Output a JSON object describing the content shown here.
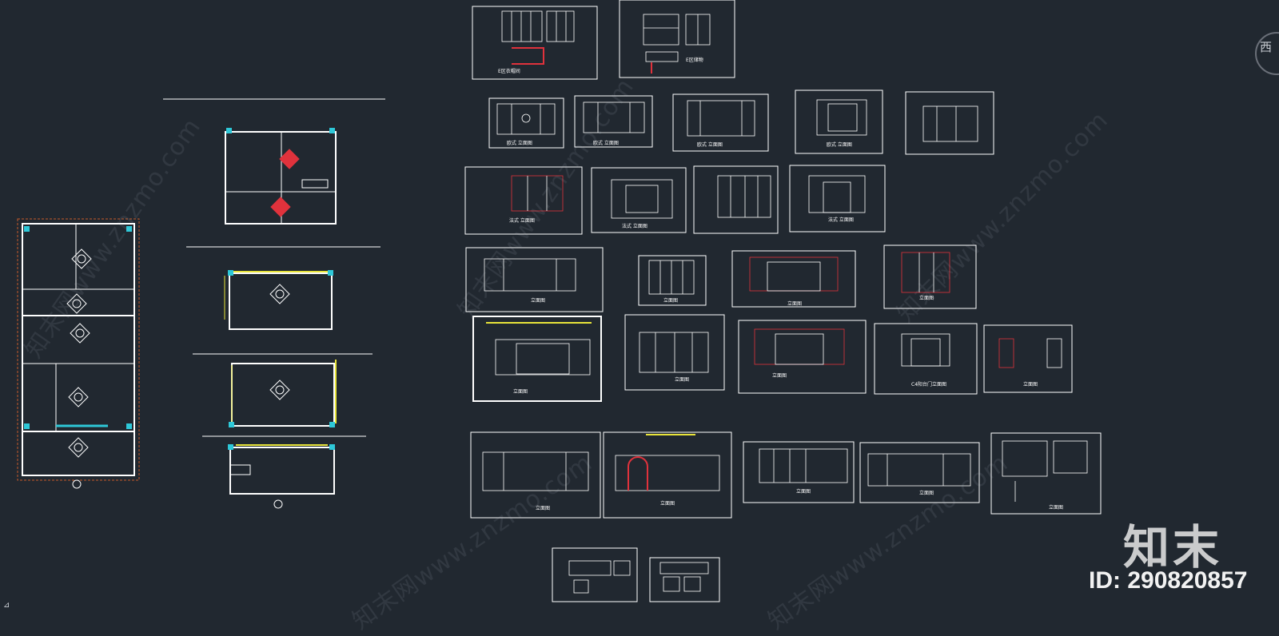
{
  "canvas": {
    "background": "#212830",
    "line_color": "#ffffff",
    "accent_red": "#e0323c",
    "accent_yellow": "#e8e43a",
    "accent_cyan": "#2ec8d8",
    "dim_orange": "#c65a2a"
  },
  "watermark": {
    "text": "知末网www.znzmo.com"
  },
  "brand": {
    "logo": "知末",
    "id_label": "ID: 290820857"
  },
  "compass": {
    "label": "西",
    "icon": "viewcube-compass-icon"
  },
  "ucs": {
    "icon": "ucs-axis-icon"
  },
  "sheets": {
    "s1": "E区衣帽间",
    "s2": "E区储物",
    "s3": "欧式 立面图",
    "s4": "欧式 立面图",
    "s5": "欧式 立面图",
    "s6": "欧式 立面图",
    "s7": "法式 立面图",
    "s8": "法式 立面图",
    "s9": "法式 立面图",
    "s10": "立面图",
    "s11": "立面图",
    "s12": "立面图",
    "s13": "立面图",
    "s14": "立面图",
    "s15": "立面图",
    "s16": "立面图",
    "s17": "C4阳台门立面图",
    "s18": "立面图",
    "s19": "立面图",
    "s20": "立面图",
    "s21": "立面图",
    "s22": "立面图",
    "s23": "立面图"
  }
}
